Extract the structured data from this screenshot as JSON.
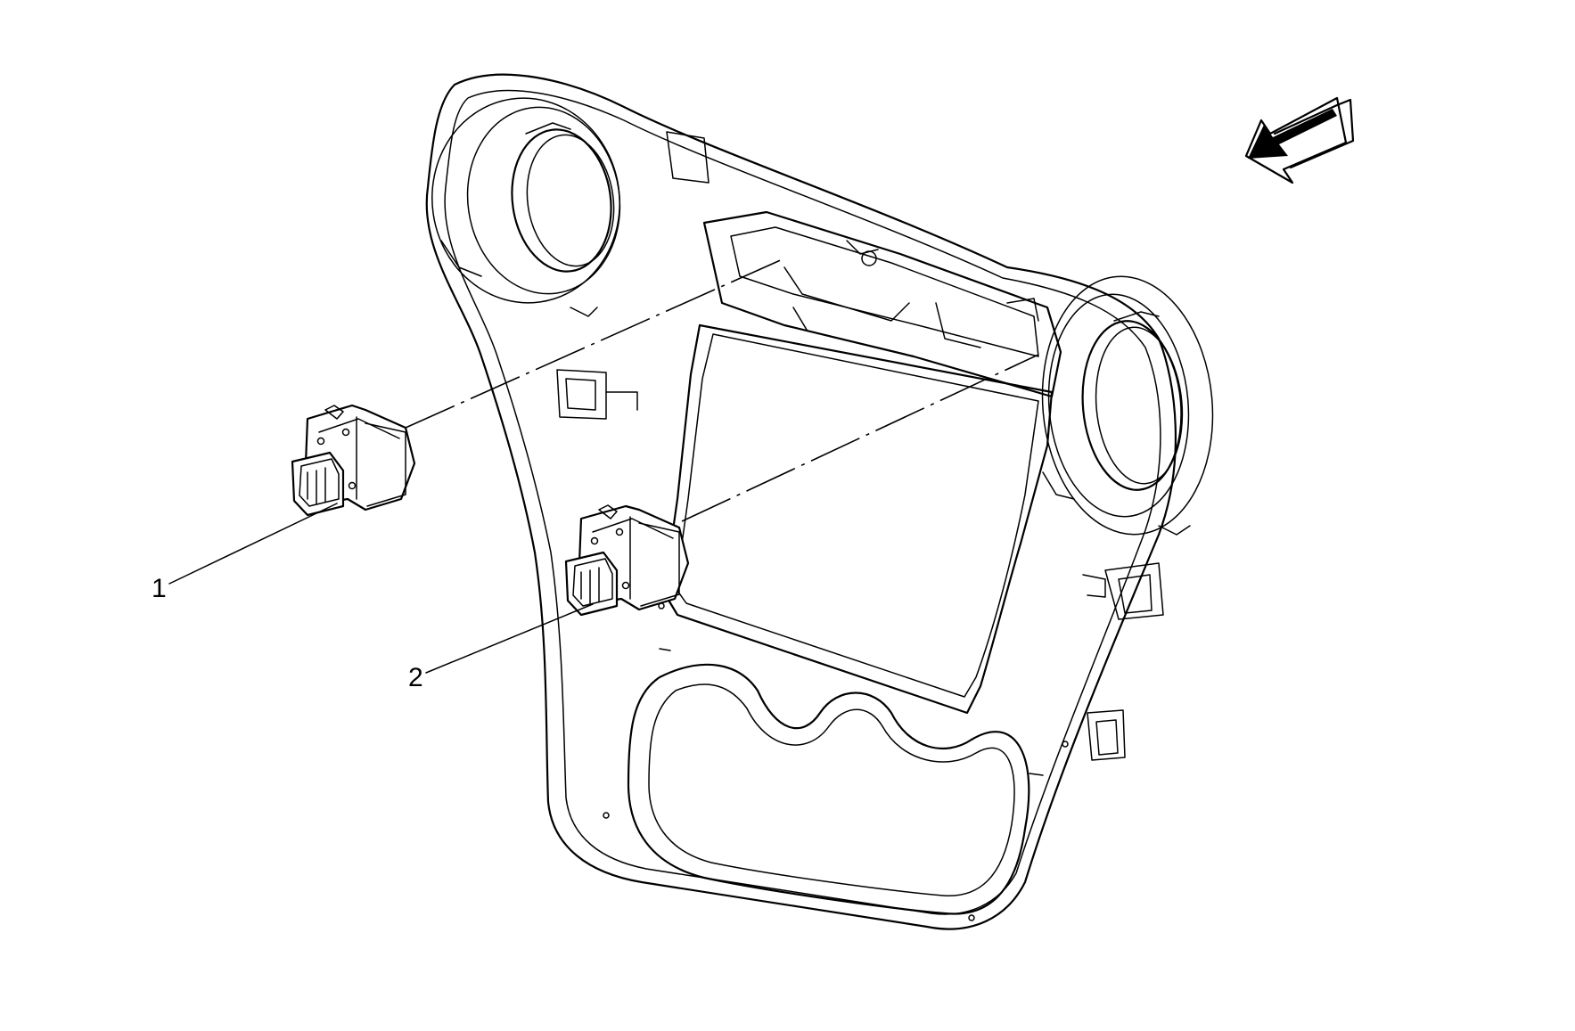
{
  "callouts": [
    {
      "id": "1",
      "label": "1"
    },
    {
      "id": "2",
      "label": "2"
    }
  ],
  "colors": {
    "line": "#000000",
    "background": "#ffffff"
  },
  "icons": [
    "direction-arrow-icon"
  ]
}
